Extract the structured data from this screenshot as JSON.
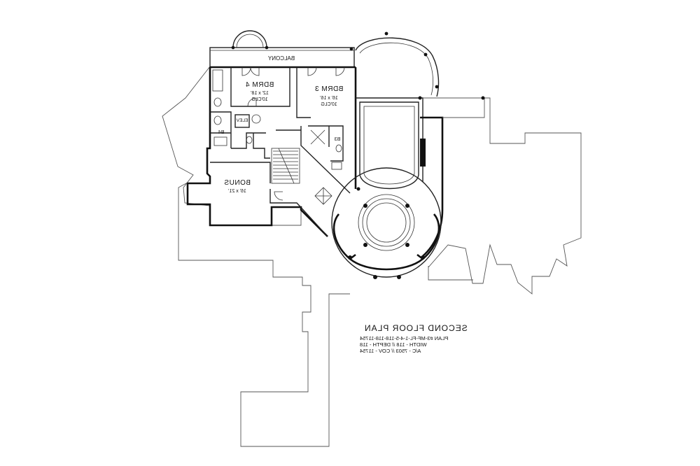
{
  "plan": {
    "title": "SECOND FLOOR PLAN",
    "info_lines": [
      "PLAN #3-MF-FL-1-4-5-118-118-11754",
      "WIDTH - 118 // DEPTH - 118",
      "A/C - 7503 // COV - 11754"
    ]
  },
  "rooms": {
    "balcony": {
      "name": "BALCONY"
    },
    "bdrm4": {
      "name": "BDRM 4",
      "size": "12' x 18'",
      "ceiling": "10'CLG"
    },
    "bdrm3": {
      "name": "BDRM 3",
      "size": "16' x 16'",
      "ceiling": "10'CLG"
    },
    "bonus": {
      "name": "BONUS",
      "size": "16' x 21'"
    },
    "elev": {
      "name": "ELEV"
    },
    "b4": {
      "name": "B4"
    },
    "b3": {
      "name": "B3"
    }
  }
}
